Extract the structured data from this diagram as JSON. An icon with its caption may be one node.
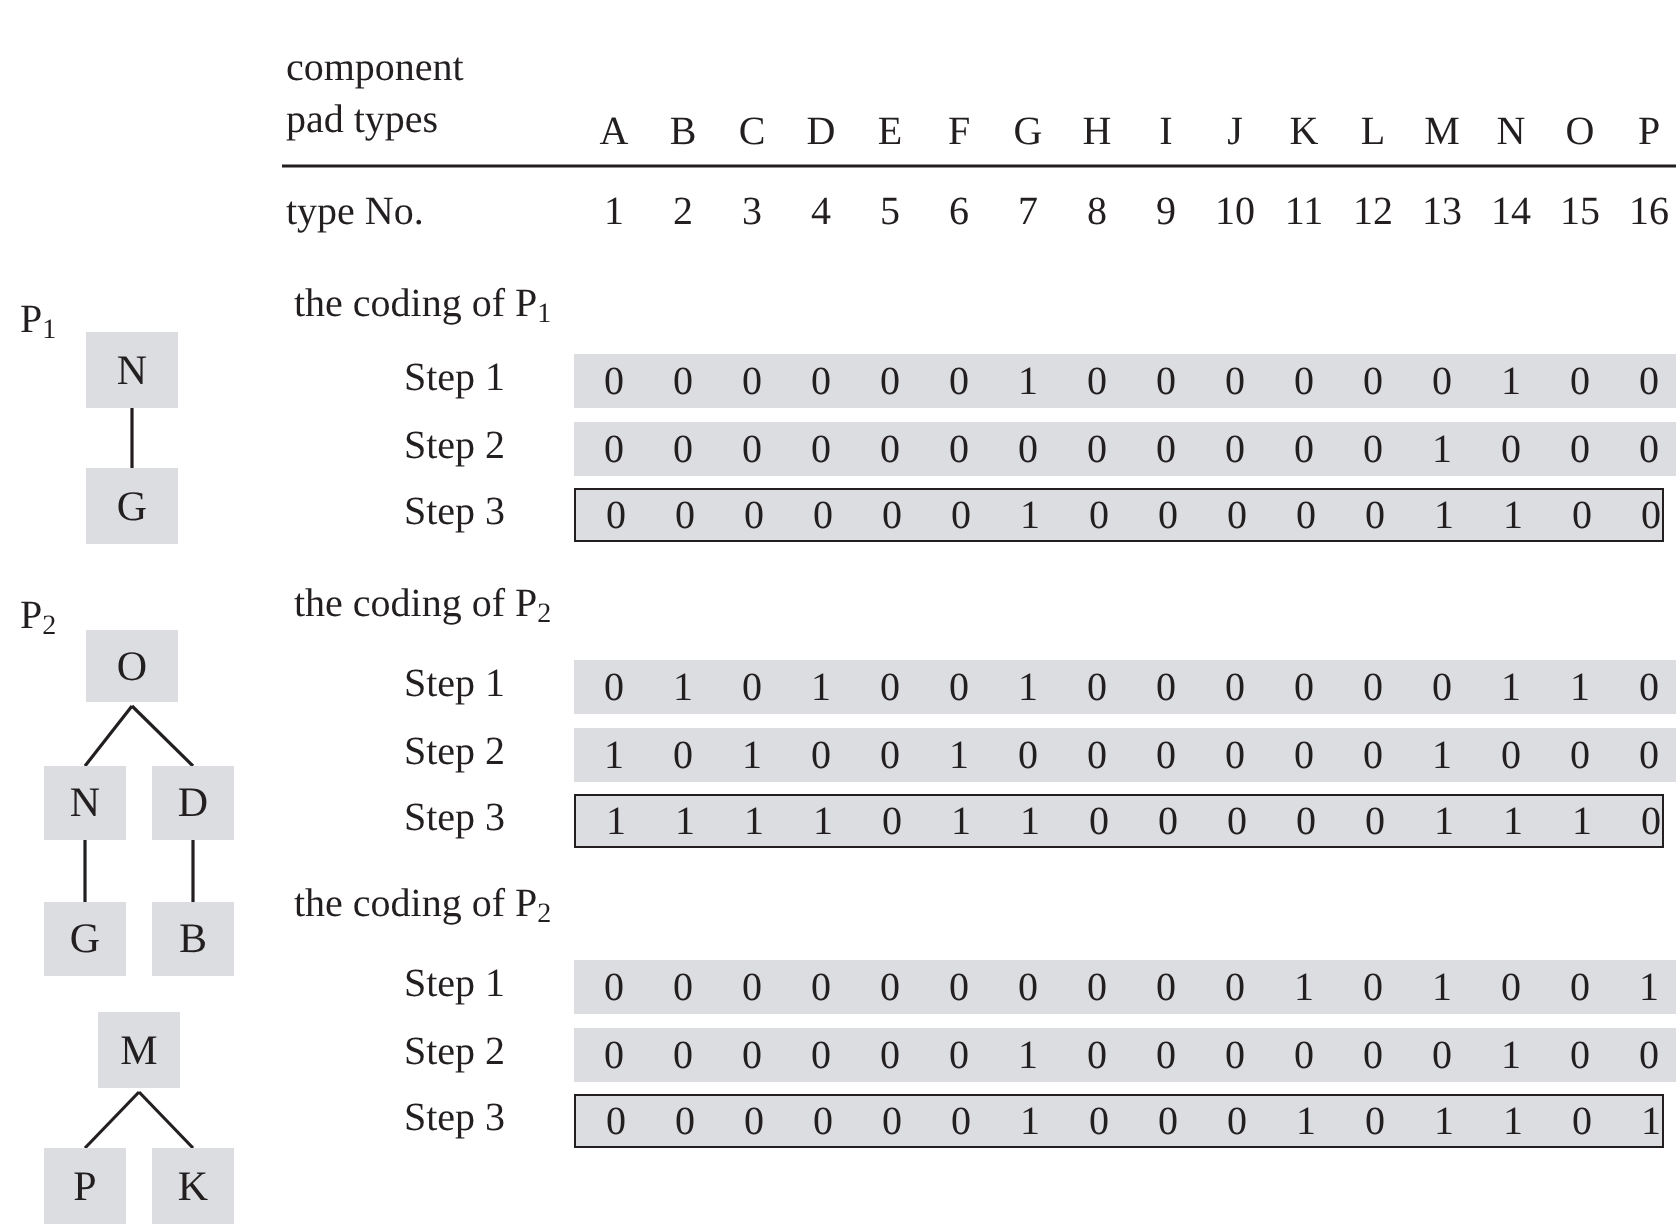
{
  "diagram": {
    "nodes": [
      {
        "text": [
          "N"
        ]
      },
      {
        "text": [
          "G"
        ]
      },
      {
        "text": [
          "O"
        ]
      },
      {
        "text": [
          "N"
        ]
      },
      {
        "text": [
          "D"
        ]
      },
      {
        "text": [
          "G"
        ]
      },
      {
        "text": [
          "B"
        ]
      },
      {
        "text": [
          "M"
        ]
      },
      {
        "text": [
          "P"
        ]
      },
      {
        "text": [
          "K"
        ]
      },
      {
        "text": [
          "0",
          "0",
          "0",
          "0",
          "0",
          "0",
          "1",
          "0",
          "0",
          "0",
          "0",
          "0",
          "0",
          "1",
          "0",
          "0"
        ],
        "beside": [
          "Step 1"
        ]
      },
      {
        "text": [
          "0",
          "0",
          "0",
          "0",
          "0",
          "0",
          "0",
          "0",
          "0",
          "0",
          "0",
          "0",
          "1",
          "0",
          "0",
          "0"
        ],
        "beside": [
          "Step 2"
        ]
      },
      {
        "text": [
          "0",
          "0",
          "0",
          "0",
          "0",
          "0",
          "1",
          "0",
          "0",
          "0",
          "0",
          "0",
          "1",
          "1",
          "0",
          "0"
        ],
        "beside": [
          "Step 3"
        ]
      },
      {
        "text": [
          "0",
          "1",
          "0",
          "1",
          "0",
          "0",
          "1",
          "0",
          "0",
          "0",
          "0",
          "0",
          "0",
          "1",
          "1",
          "0"
        ],
        "beside": [
          "Step 1"
        ]
      },
      {
        "text": [
          "1",
          "0",
          "1",
          "0",
          "0",
          "1",
          "0",
          "0",
          "0",
          "0",
          "0",
          "0",
          "1",
          "0",
          "0",
          "0"
        ],
        "beside": [
          "Step 2"
        ]
      },
      {
        "text": [
          "1",
          "1",
          "1",
          "1",
          "0",
          "1",
          "1",
          "0",
          "0",
          "0",
          "0",
          "0",
          "1",
          "1",
          "1",
          "0"
        ],
        "beside": [
          "Step 3"
        ]
      },
      {
        "text": [
          "0",
          "0",
          "0",
          "0",
          "0",
          "0",
          "0",
          "0",
          "0",
          "0",
          "1",
          "0",
          "1",
          "0",
          "0",
          "1"
        ],
        "beside": [
          "Step 1"
        ]
      },
      {
        "text": [
          "0",
          "0",
          "0",
          "0",
          "0",
          "0",
          "1",
          "0",
          "0",
          "0",
          "0",
          "0",
          "0",
          "1",
          "0",
          "0"
        ],
        "beside": [
          "Step 2"
        ]
      },
      {
        "text": [
          "0",
          "0",
          "0",
          "0",
          "0",
          "0",
          "1",
          "0",
          "0",
          "0",
          "1",
          "0",
          "1",
          "1",
          "0",
          "1"
        ],
        "beside": [
          "Step 3"
        ]
      }
    ],
    "edges": [
      {
        "from": 0,
        "to": 1,
        "arrow": "none"
      },
      {
        "from": 2,
        "to": 3,
        "arrow": "none"
      },
      {
        "from": 2,
        "to": 4,
        "arrow": "none"
      },
      {
        "from": 3,
        "to": 5,
        "arrow": "none"
      },
      {
        "from": 4,
        "to": 6,
        "arrow": "none"
      },
      {
        "from": 7,
        "to": 8,
        "arrow": "none"
      },
      {
        "from": 7,
        "to": 9,
        "arrow": "none"
      }
    ],
    "labels": [
      "component pad types",
      "A",
      "B",
      "C",
      "D",
      "E",
      "F",
      "G",
      "H",
      "I",
      "J",
      "K",
      "L",
      "M",
      "N",
      "O",
      "P",
      "type No.",
      "1",
      "2",
      "3",
      "4",
      "5",
      "6",
      "7",
      "8",
      "9",
      "10",
      "11",
      "12",
      "13",
      "14",
      "15",
      "16",
      "P$_{1}$",
      "the coding of P$_{1}$",
      "P$_{2}$",
      "the coding of P$_{2}$",
      "the coding of P$_{2}$"
    ]
  }
}
